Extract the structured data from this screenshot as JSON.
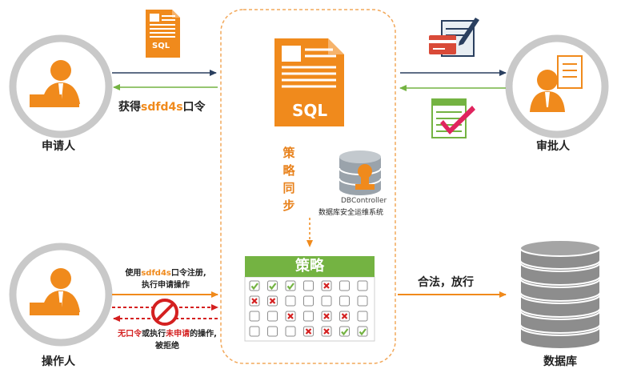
{
  "actors": {
    "applicant": "申请人",
    "approver": "审批人",
    "operator": "操作人",
    "database": "数据库"
  },
  "labels": {
    "get_password_prefix": "获得",
    "password": "sdfd4s",
    "get_password_suffix": "口令",
    "sql_small": "SQL",
    "sql_big": "SQL",
    "sync_chars": [
      "策",
      "略",
      "同",
      "步"
    ],
    "dbcontroller_name": "DBController",
    "dbcontroller_desc": "数据库安全运维系统",
    "strategy_title": "策略",
    "use_prefix": "使用",
    "use_suffix": "口令注册,",
    "exec_request": "执行申请操作",
    "deny_no_password": "无口令",
    "deny_or_exec": "或执行",
    "deny_unrequested": "未申请",
    "deny_op": "的操作,",
    "denied": "被拒绝",
    "pass": "合法，放行"
  },
  "strategy_grid": [
    [
      "check",
      "check",
      "check",
      "empty",
      "cross",
      "empty",
      "empty"
    ],
    [
      "cross",
      "cross",
      "empty",
      "empty",
      "empty",
      "empty",
      "empty"
    ],
    [
      "empty",
      "empty",
      "cross",
      "empty",
      "cross",
      "cross",
      "empty"
    ],
    [
      "empty",
      "empty",
      "empty",
      "cross",
      "cross",
      "check",
      "check"
    ]
  ],
  "colors": {
    "orange": "#f08a1c",
    "navy": "#2a3f5f",
    "green": "#74b342",
    "red": "#d42020",
    "gray": "#9a9a9a"
  }
}
